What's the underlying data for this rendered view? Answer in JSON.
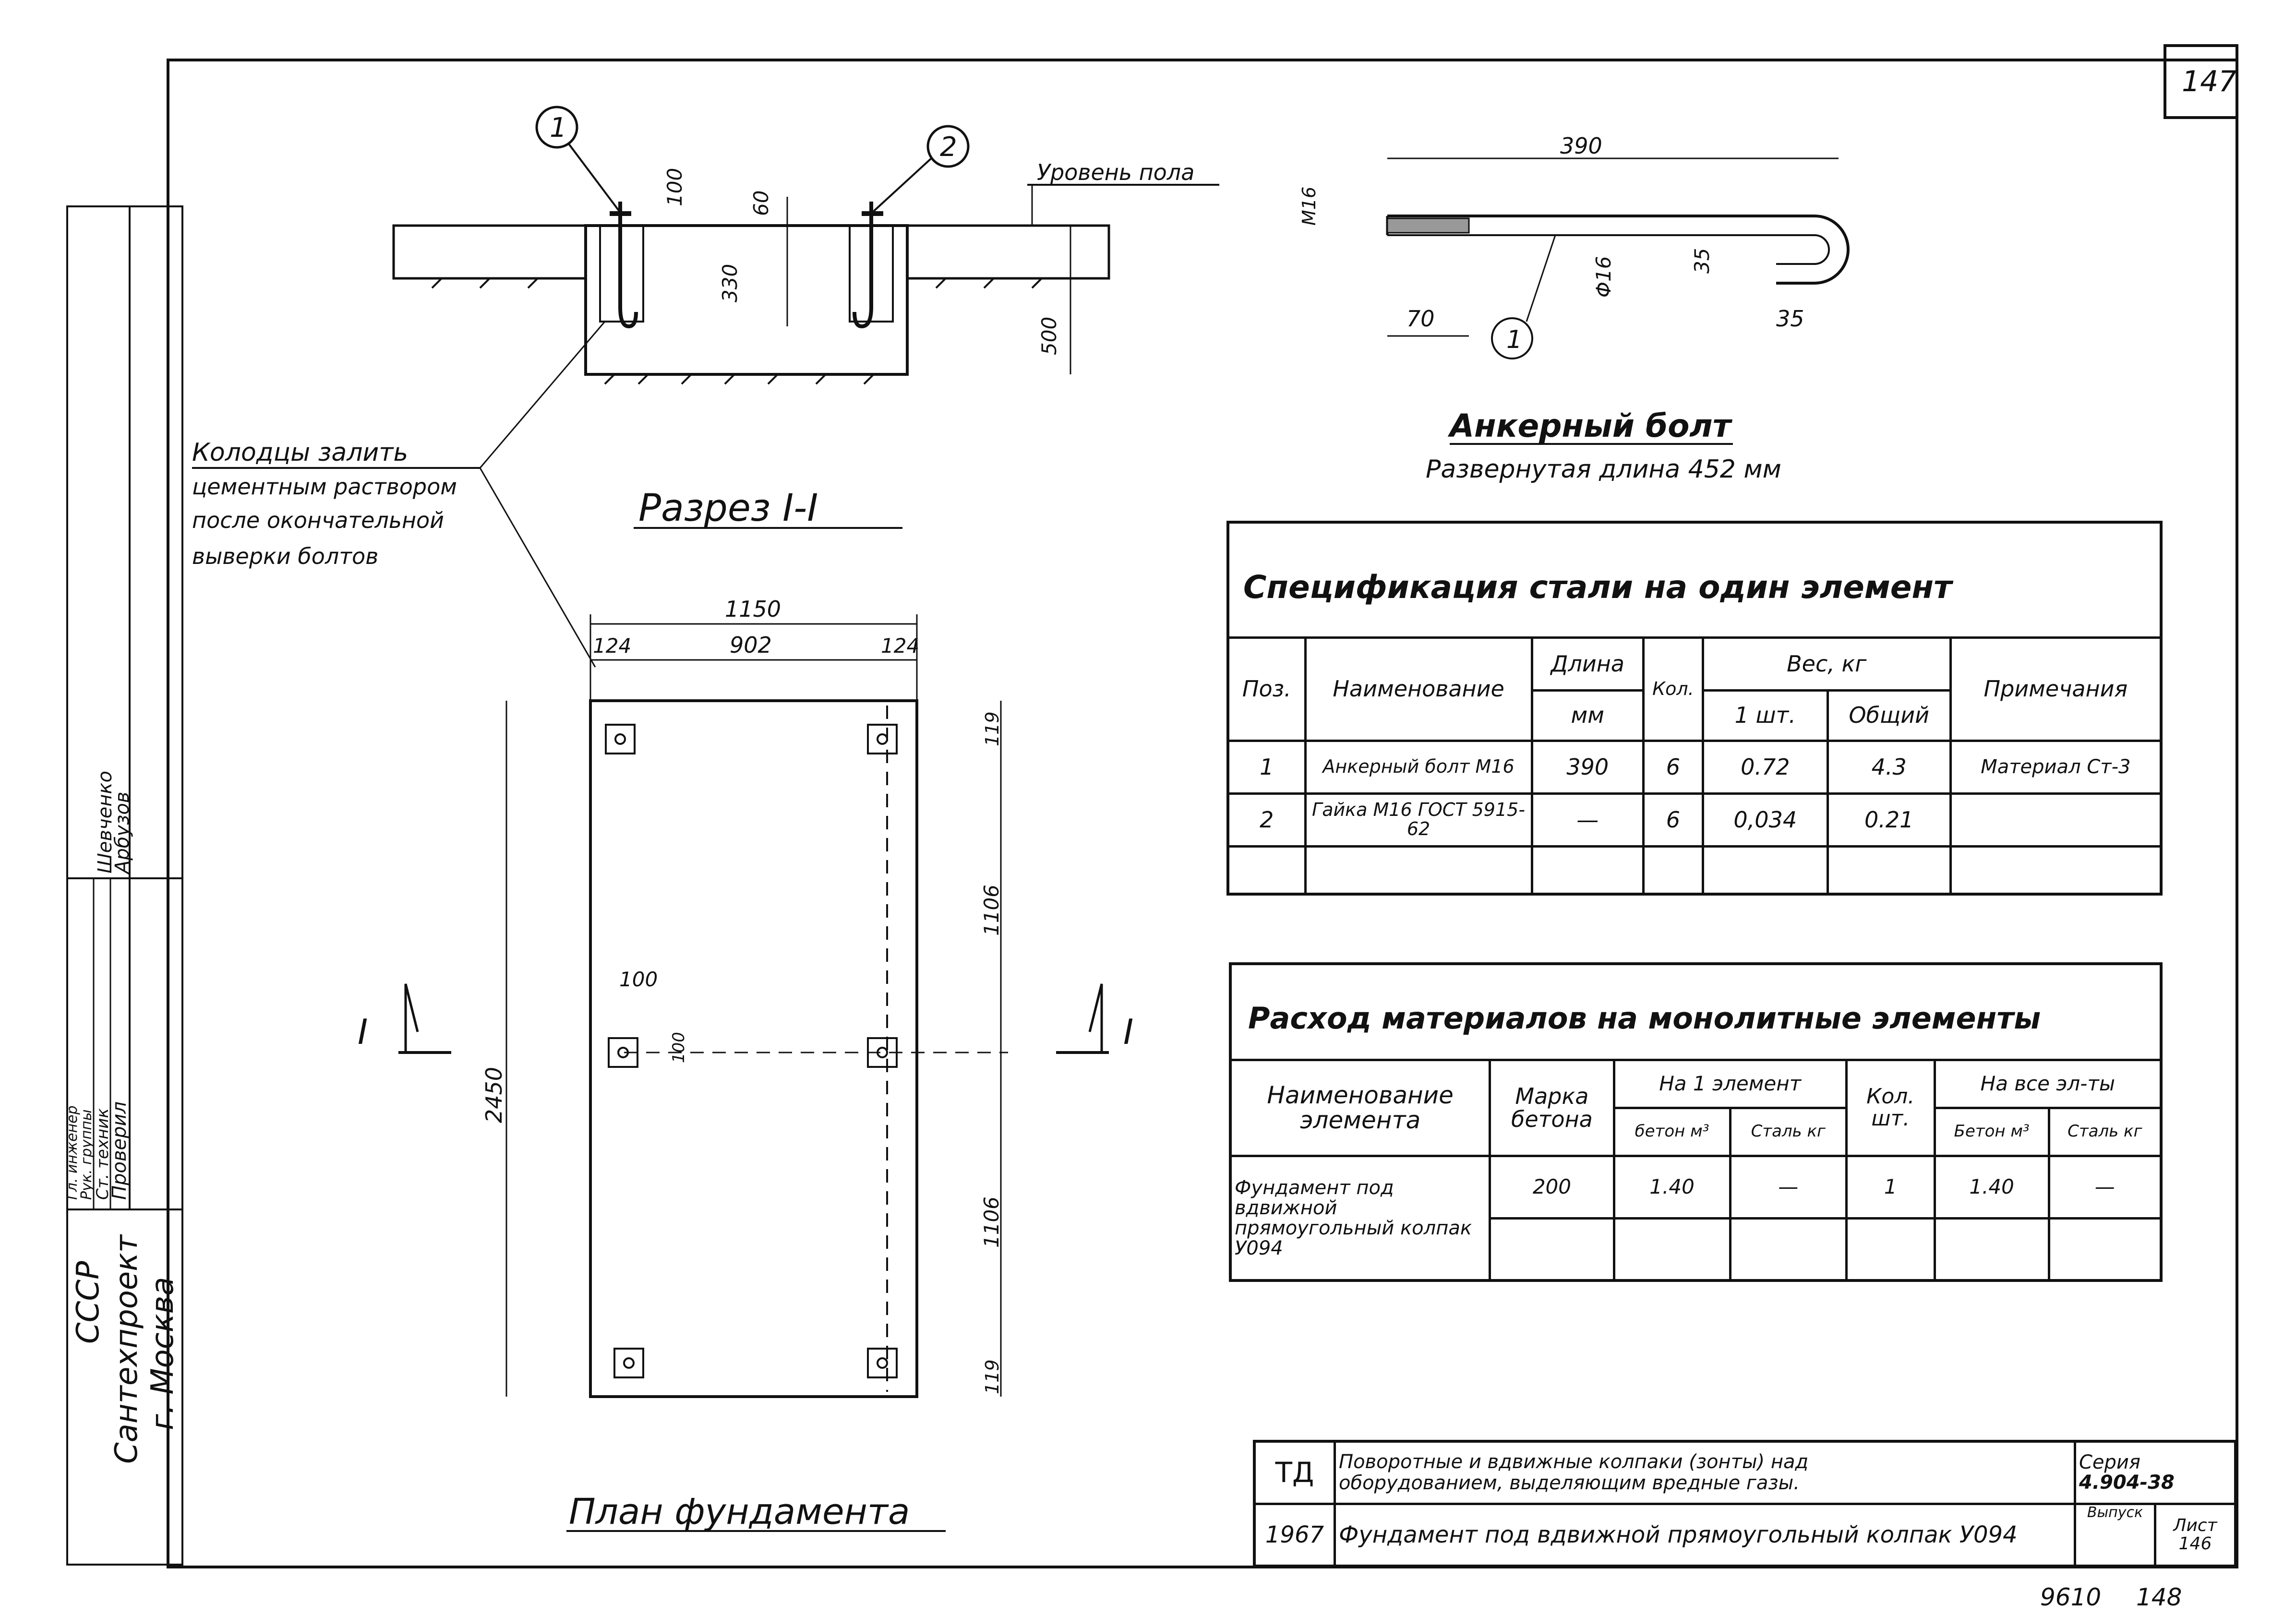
{
  "sheet": {
    "sheet_number": "147",
    "footer_left": "9610",
    "footer_right": "148"
  },
  "stamp": {
    "org_line1": "СССР",
    "org_line2": "Сантехпроект",
    "org_line3": "г. Москва",
    "roles": [
      "Гл. инженер",
      "Рук. группы",
      "Ст. техник",
      "Проверил"
    ],
    "names": [
      "",
      "Шевченко",
      "Арбузов",
      ""
    ]
  },
  "section": {
    "title": "Разрез I-I",
    "callout_1": "1",
    "callout_2": "2",
    "floor_level": "Уровень пола",
    "dims": [
      "100",
      "60",
      "330",
      "500"
    ],
    "note_line1": "Колодцы залить",
    "note_line2": "цементным раствором",
    "note_line3": "после окончательной",
    "note_line4": "выверки болтов"
  },
  "bolt": {
    "title": "Анкерный болт",
    "subtitle": "Развернутая длина 452 мм",
    "dims": [
      "390",
      "M16",
      "70",
      "Φ16",
      "35",
      "35"
    ],
    "callout": "1"
  },
  "plan": {
    "title": "План фундамента",
    "dims_top": [
      "1150",
      "124",
      "902",
      "124"
    ],
    "dim_left": "2450",
    "dims_right": [
      "119",
      "1106",
      "1106",
      "119"
    ],
    "dim_small_w": "100",
    "dim_small_h": "100",
    "section_mark": "I"
  },
  "spec_table": {
    "title": "Спецификация стали на один элемент",
    "headers": {
      "pos": "Поз.",
      "name": "Наименование",
      "length": "Длина",
      "length_unit": "мм",
      "qty": "Кол.",
      "weight": "Вес, кг",
      "per_unit": "1 шт.",
      "total": "Общий",
      "notes": "Примечания"
    },
    "rows": [
      {
        "pos": "1",
        "name": "Анкерный болт M16",
        "length": "390",
        "qty": "6",
        "per_unit": "0.72",
        "total": "4.3",
        "notes": "Материал Ст-3"
      },
      {
        "pos": "2",
        "name": "Гайка M16 ГОСТ 5915-62",
        "length": "—",
        "qty": "6",
        "per_unit": "0,034",
        "total": "0.21",
        "notes": ""
      }
    ]
  },
  "materials_table": {
    "title": "Расход материалов на монолитные элементы",
    "headers": {
      "name_line1": "Наименование",
      "name_line2": "элемента",
      "grade_line1": "Марка",
      "grade_line2": "бетона",
      "per_element": "На 1 элемент",
      "qty_line1": "Кол.",
      "qty_line2": "шт.",
      "all_elements": "На все эл-ты",
      "concrete": "бетон м³",
      "steel": "Сталь кг",
      "concrete_all": "Бетон м³",
      "steel_all": "Сталь кг"
    },
    "rows": [
      {
        "name": "Фундамент под вдвижной прямоугольный колпак У094",
        "grade": "200",
        "concrete": "1.40",
        "steel": "—",
        "qty": "1",
        "concrete_all": "1.40",
        "steel_all": "—"
      }
    ]
  },
  "title_block": {
    "td": "ТД",
    "year": "1967",
    "desc_line1": "Поворотные и вдвижные колпаки (зонты) над",
    "desc_line2": "оборудованием, выделяющим вредные газы.",
    "sheet_title": "Фундамент под вдвижной прямоугольный колпак У094",
    "series_label": "Серия",
    "series_value": "4.904-38",
    "issue_label": "Выпуск",
    "sheet_label": "Лист",
    "sheet_value": "146"
  }
}
